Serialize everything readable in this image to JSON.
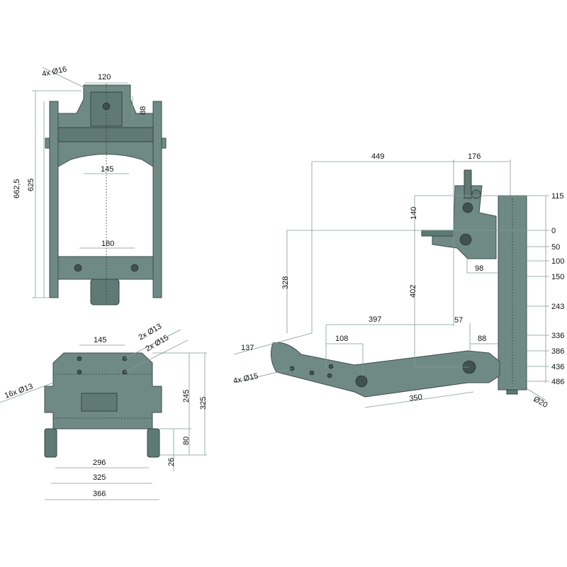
{
  "front_view": {
    "holes_top": "4x Ø16",
    "width_top": "120",
    "height_top": "88",
    "total_height": "662,5",
    "post_height": "625",
    "mid_width": "145",
    "bottom_width": "180"
  },
  "bottom_view": {
    "hole_spacing": "145",
    "holes_a": "2x Ø13",
    "holes_b": "2x Ø15",
    "holes_c": "16x Ø13",
    "height_inner": "245",
    "height_total": "325",
    "leg_height": "80",
    "leg_offset": "26",
    "width_inner": "296",
    "width_mid": "325",
    "width_total": "366"
  },
  "side_view": {
    "reach": "449",
    "bracket_width": "176",
    "bracket_height": "140",
    "drop": "402",
    "long_height": "328",
    "arm_reach": "397",
    "offset_57": "57",
    "offset_88": "88",
    "offset_98": "98",
    "tip_width": "108",
    "tip_height": "137",
    "tip_holes": "4x Ø15",
    "arm_length": "350",
    "pin_diameter": "Ø20",
    "scale": [
      "115",
      "0",
      "50",
      "100",
      "150",
      "243",
      "336",
      "386",
      "436",
      "486"
    ]
  }
}
